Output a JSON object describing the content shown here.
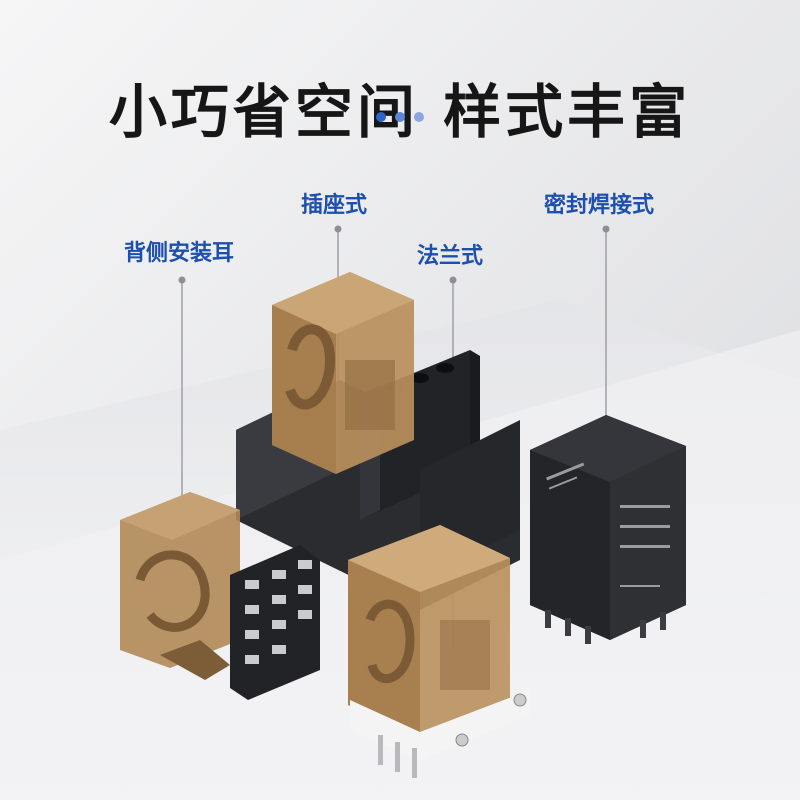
{
  "headline": "小巧省空间 样式丰富",
  "labels": {
    "socket_type": "插座式",
    "sealed_solder": "密封焊接式",
    "back_mount_ear": "背侧安装耳",
    "flange_type": "法兰式"
  },
  "colors": {
    "label_blue": "#1d4fae",
    "dot_blue": "#2e63c9",
    "headline": "#161616",
    "amber_relay": "#b88f5c",
    "black_relay": "#26282c"
  }
}
